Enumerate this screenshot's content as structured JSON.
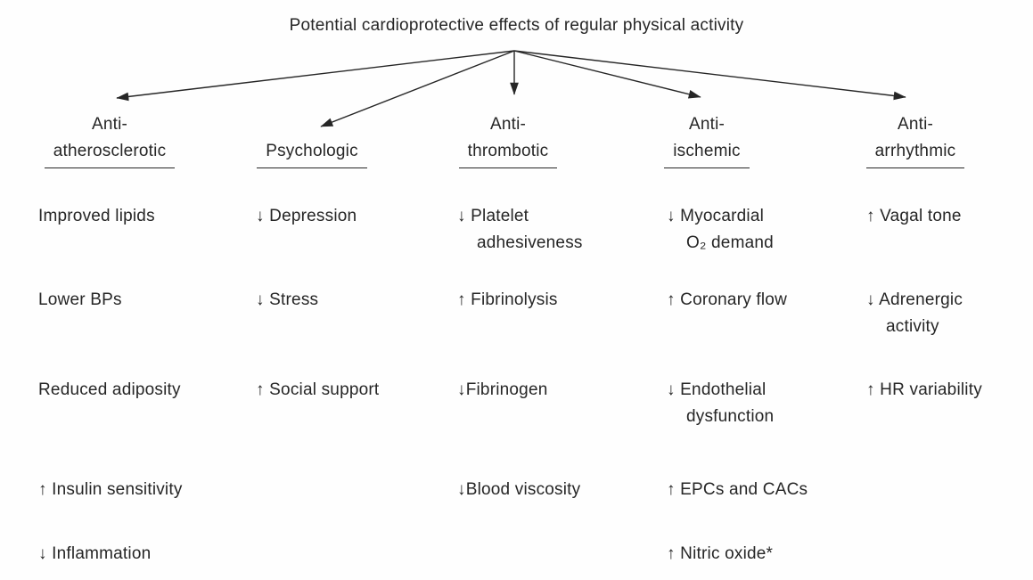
{
  "title": "Potential cardioprotective effects of regular physical activity",
  "colors": {
    "ink": "#262626",
    "background": "#ffffff"
  },
  "columns": [
    {
      "id": "anti-atherosclerotic",
      "header_lines": [
        "Anti-",
        "atherosclerotic"
      ],
      "items": [
        "Improved lipids",
        "Lower BPs",
        "Reduced adiposity",
        "↑ Insulin sensitivity",
        "↓ Inflammation"
      ]
    },
    {
      "id": "psychologic",
      "header_lines": [
        "Psychologic"
      ],
      "items": [
        "↓ Depression",
        "↓ Stress",
        "↑ Social support"
      ]
    },
    {
      "id": "anti-thrombotic",
      "header_lines": [
        "Anti-",
        "thrombotic"
      ],
      "items": [
        "↓ Platelet\nadhesiveness",
        "↑ Fibrinolysis",
        "↓Fibrinogen",
        "↓Blood viscosity"
      ]
    },
    {
      "id": "anti-ischemic",
      "header_lines": [
        "Anti-",
        "ischemic"
      ],
      "items": [
        "↓ Myocardial\nO₂ demand",
        "↑ Coronary flow",
        "↓ Endothelial\ndysfunction",
        "↑ EPCs and CACs",
        "↑ Nitric oxide*"
      ]
    },
    {
      "id": "anti-arrhythmic",
      "header_lines": [
        "Anti-",
        "arrhythmic"
      ],
      "items": [
        "↑ Vagal tone",
        "↓ Adrenergic\nactivity",
        "↑ HR variability"
      ]
    }
  ]
}
